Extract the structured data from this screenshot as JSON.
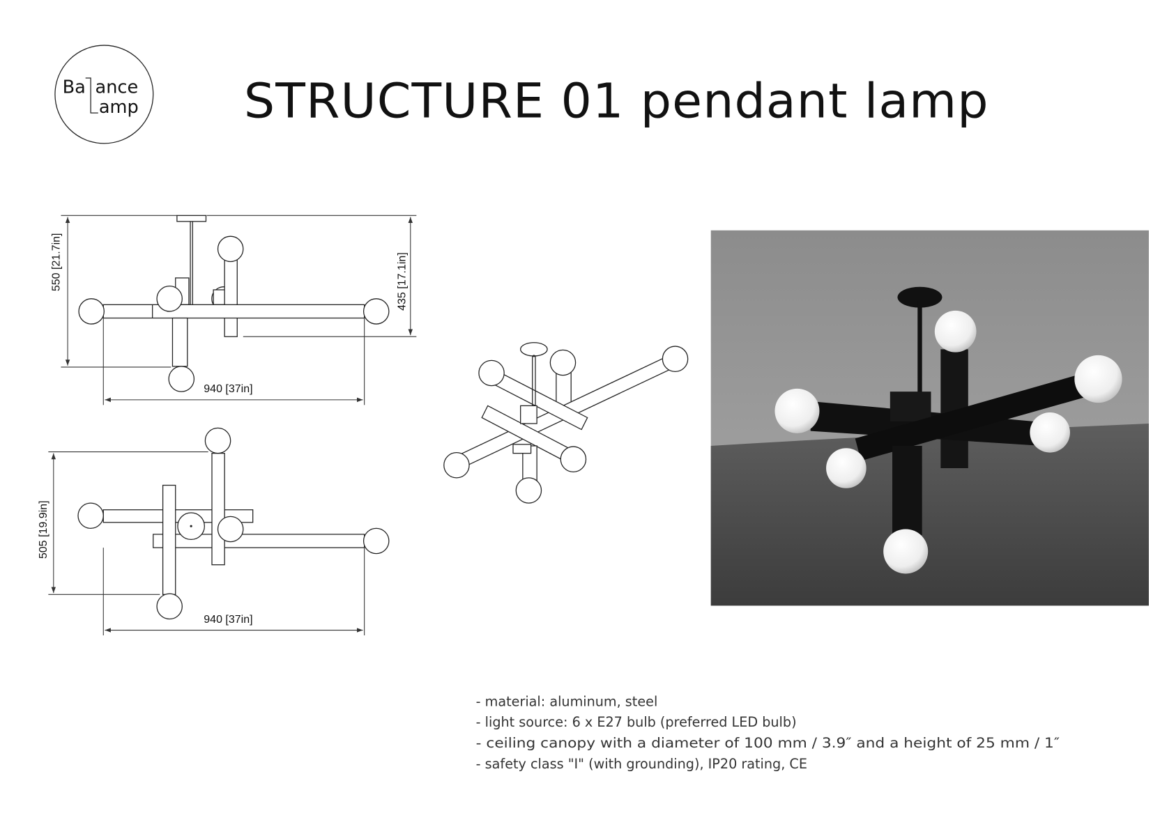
{
  "logo": {
    "text": "Balance Lamp",
    "top_left": "Ba",
    "top_right": "ance",
    "bottom": "amp"
  },
  "title": "STRUCTURE 01 pendant lamp",
  "front_view": {
    "height_total": "550 [21.7in]",
    "height_body": "435 [17.1in]",
    "width": "940 [37in]"
  },
  "plan_view": {
    "depth": "505 [19.9in]",
    "width": "940 [37in]"
  },
  "specs": [
    "- material: aluminum, steel",
    "- light source: 6 x E27 bulb (preferred LED bulb)",
    "- ceiling canopy with a diameter of 100 mm / 3.9″ and a height of 25 mm / 1″",
    "- safety class \"I\" (with grounding), IP20 rating, CE"
  ]
}
